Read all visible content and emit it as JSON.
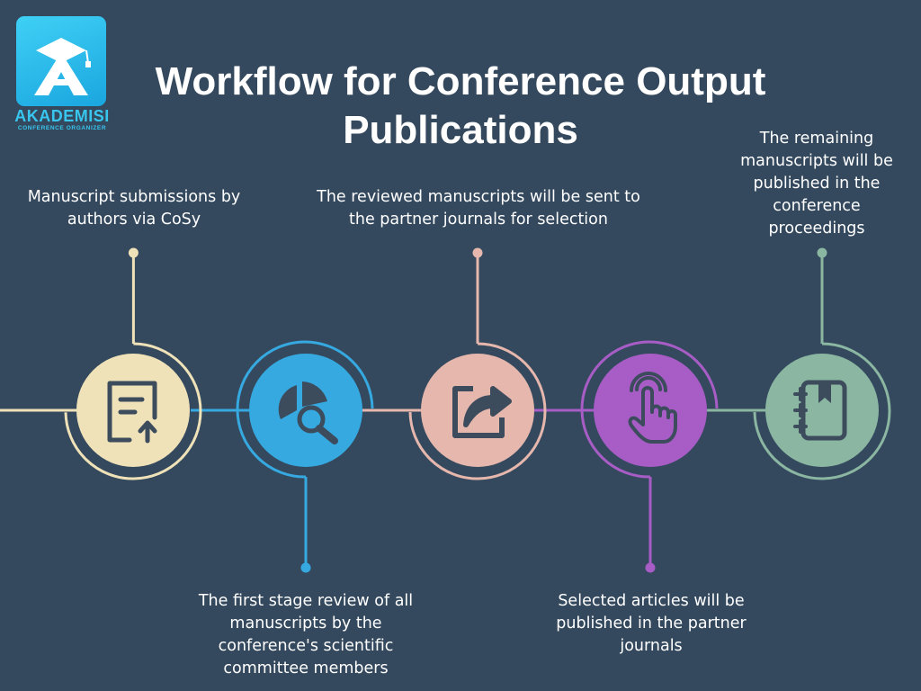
{
  "logo": {
    "name": "AKADEMISI",
    "tagline": "CONFERENCE ORGANIZER"
  },
  "title": "Workflow for Conference Output Publications",
  "steps": [
    {
      "text": "Manuscript submissions by authors via CoSy",
      "icon": "document-upload-icon",
      "color": "#efe2b8",
      "accent": "#efe2b8"
    },
    {
      "text": "The first stage review of all manuscripts by the conference's scientific committee members",
      "icon": "chart-analysis-icon",
      "color": "#36a9e1",
      "accent": "#36a9e1"
    },
    {
      "text": "The reviewed manuscripts will be sent to the partner journals for selection",
      "icon": "share-icon",
      "color": "#e6b7ad",
      "accent": "#e6b7ad"
    },
    {
      "text": "Selected articles will be published in the partner journals",
      "icon": "hand-pointer-icon",
      "color": "#a85dc6",
      "accent": "#a85dc6"
    },
    {
      "text": "The remaining manuscripts will be published in the conference proceedings",
      "icon": "notebook-icon",
      "color": "#8bb6a2",
      "accent": "#8bb6a2"
    }
  ],
  "icon_color": "#3c4c5c"
}
